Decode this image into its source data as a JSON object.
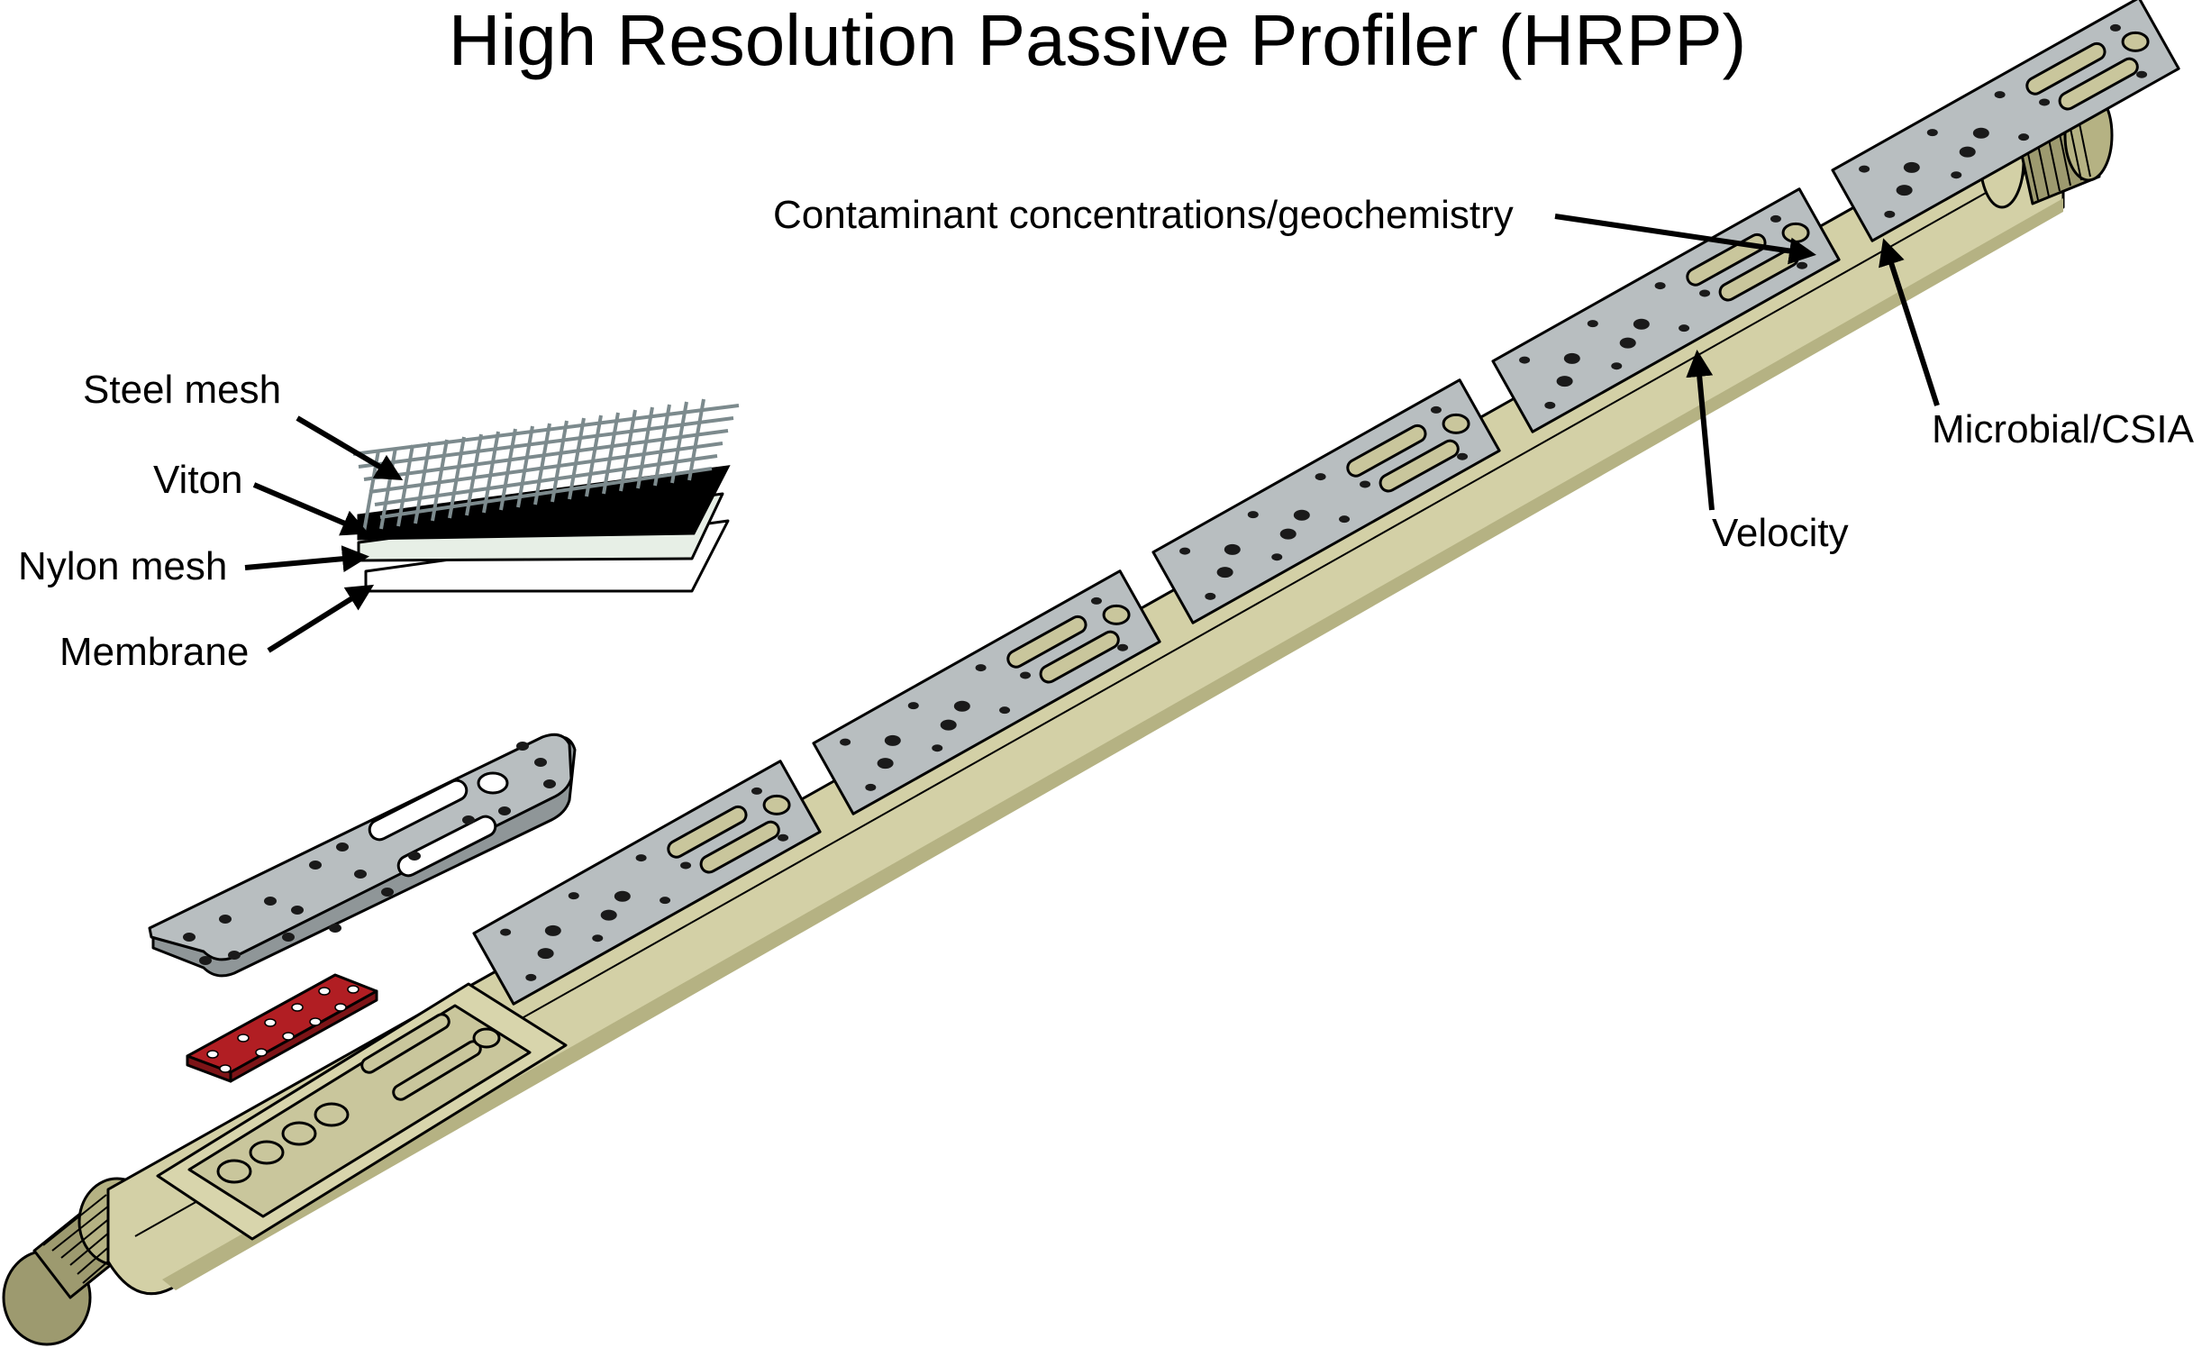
{
  "title": "High Resolution Passive Profiler (HRPP)",
  "labels": {
    "steel_mesh": "Steel mesh",
    "viton": "Viton",
    "nylon_mesh": "Nylon mesh",
    "membrane": "Membrane",
    "contaminant": "Contaminant concentrations/geochemistry",
    "microbial": "Microbial/CSIA",
    "velocity": "Velocity"
  },
  "colors": {
    "rod_body": "#d3d0a6",
    "rod_shadow": "#b5b283",
    "thread": "#9d9a6f",
    "plate": "#b8bec0",
    "slot_inner": "#c9c69c",
    "gasket": "#b11e23",
    "viton_layer": "#000000",
    "nylon_layer": "#e7efe6",
    "membrane_layer": "#ffffff",
    "steel_wire": "#7c8a8d"
  }
}
